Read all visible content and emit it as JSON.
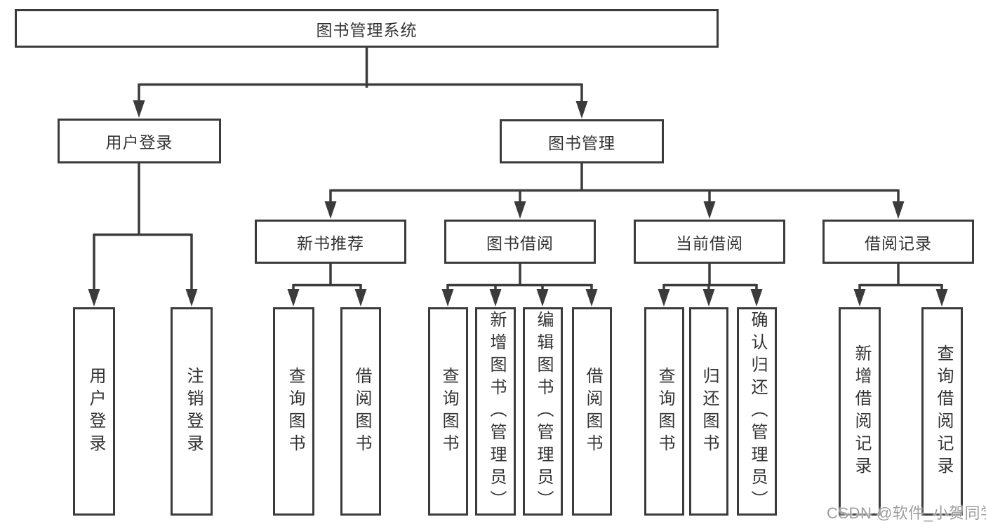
{
  "diagram": {
    "root": {
      "label": "图书管理系统"
    },
    "level1": [
      {
        "label": "用户登录"
      },
      {
        "label": "图书管理"
      }
    ],
    "level2": [
      {
        "label": "新书推荐"
      },
      {
        "label": "图书借阅"
      },
      {
        "label": "当前借阅"
      },
      {
        "label": "借阅记录"
      }
    ],
    "leaves": [
      {
        "label": "用户登录"
      },
      {
        "label": "注销登录"
      },
      {
        "label": "查询图书"
      },
      {
        "label": "借阅图书"
      },
      {
        "label": "查询图书"
      },
      {
        "label": "新增图书（管理员）"
      },
      {
        "label": "编辑图书（管理员）"
      },
      {
        "label": "借阅图书"
      },
      {
        "label": "查询图书"
      },
      {
        "label": "归还图书"
      },
      {
        "label": "确认归还（管理员）"
      },
      {
        "label": "新增借阅记录"
      },
      {
        "label": "查询借阅记录"
      }
    ],
    "style": {
      "line_color": "#3b3b3b",
      "box_border_color": "#3b3b3b",
      "text_color": "#333333",
      "box_background": "#ffffff",
      "page_background": "#ffffff"
    }
  },
  "watermark": {
    "text": "CSDN @软件_小贺同学",
    "color": "#9d9d9d"
  }
}
